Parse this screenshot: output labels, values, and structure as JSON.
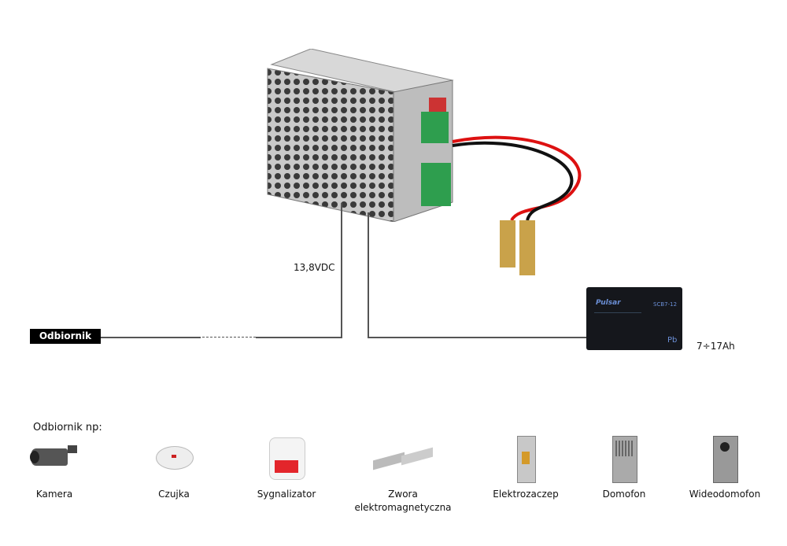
{
  "diagram": {
    "psu_voltage_label": "13,8VDC",
    "receiver_label": "Odbiornik",
    "battery_capacity_label": "7÷17Ah",
    "battery_brand": "Pulsar",
    "battery_model": "SCB7-12",
    "battery_marking": "Pb"
  },
  "examples": {
    "title": "Odbiornik np:",
    "items": [
      {
        "label": "Kamera",
        "icon": "camera-icon"
      },
      {
        "label": "Czujka",
        "icon": "smoke-detector-icon"
      },
      {
        "label": "Sygnalizator",
        "icon": "siren-icon"
      },
      {
        "label": "Zwora elektromagnetyczna",
        "icon": "magnetic-lock-icon"
      },
      {
        "label": "Elektrozaczep",
        "icon": "electric-strike-icon"
      },
      {
        "label": "Domofon",
        "icon": "intercom-icon"
      },
      {
        "label": "Wideodomofon",
        "icon": "video-intercom-icon"
      }
    ]
  }
}
